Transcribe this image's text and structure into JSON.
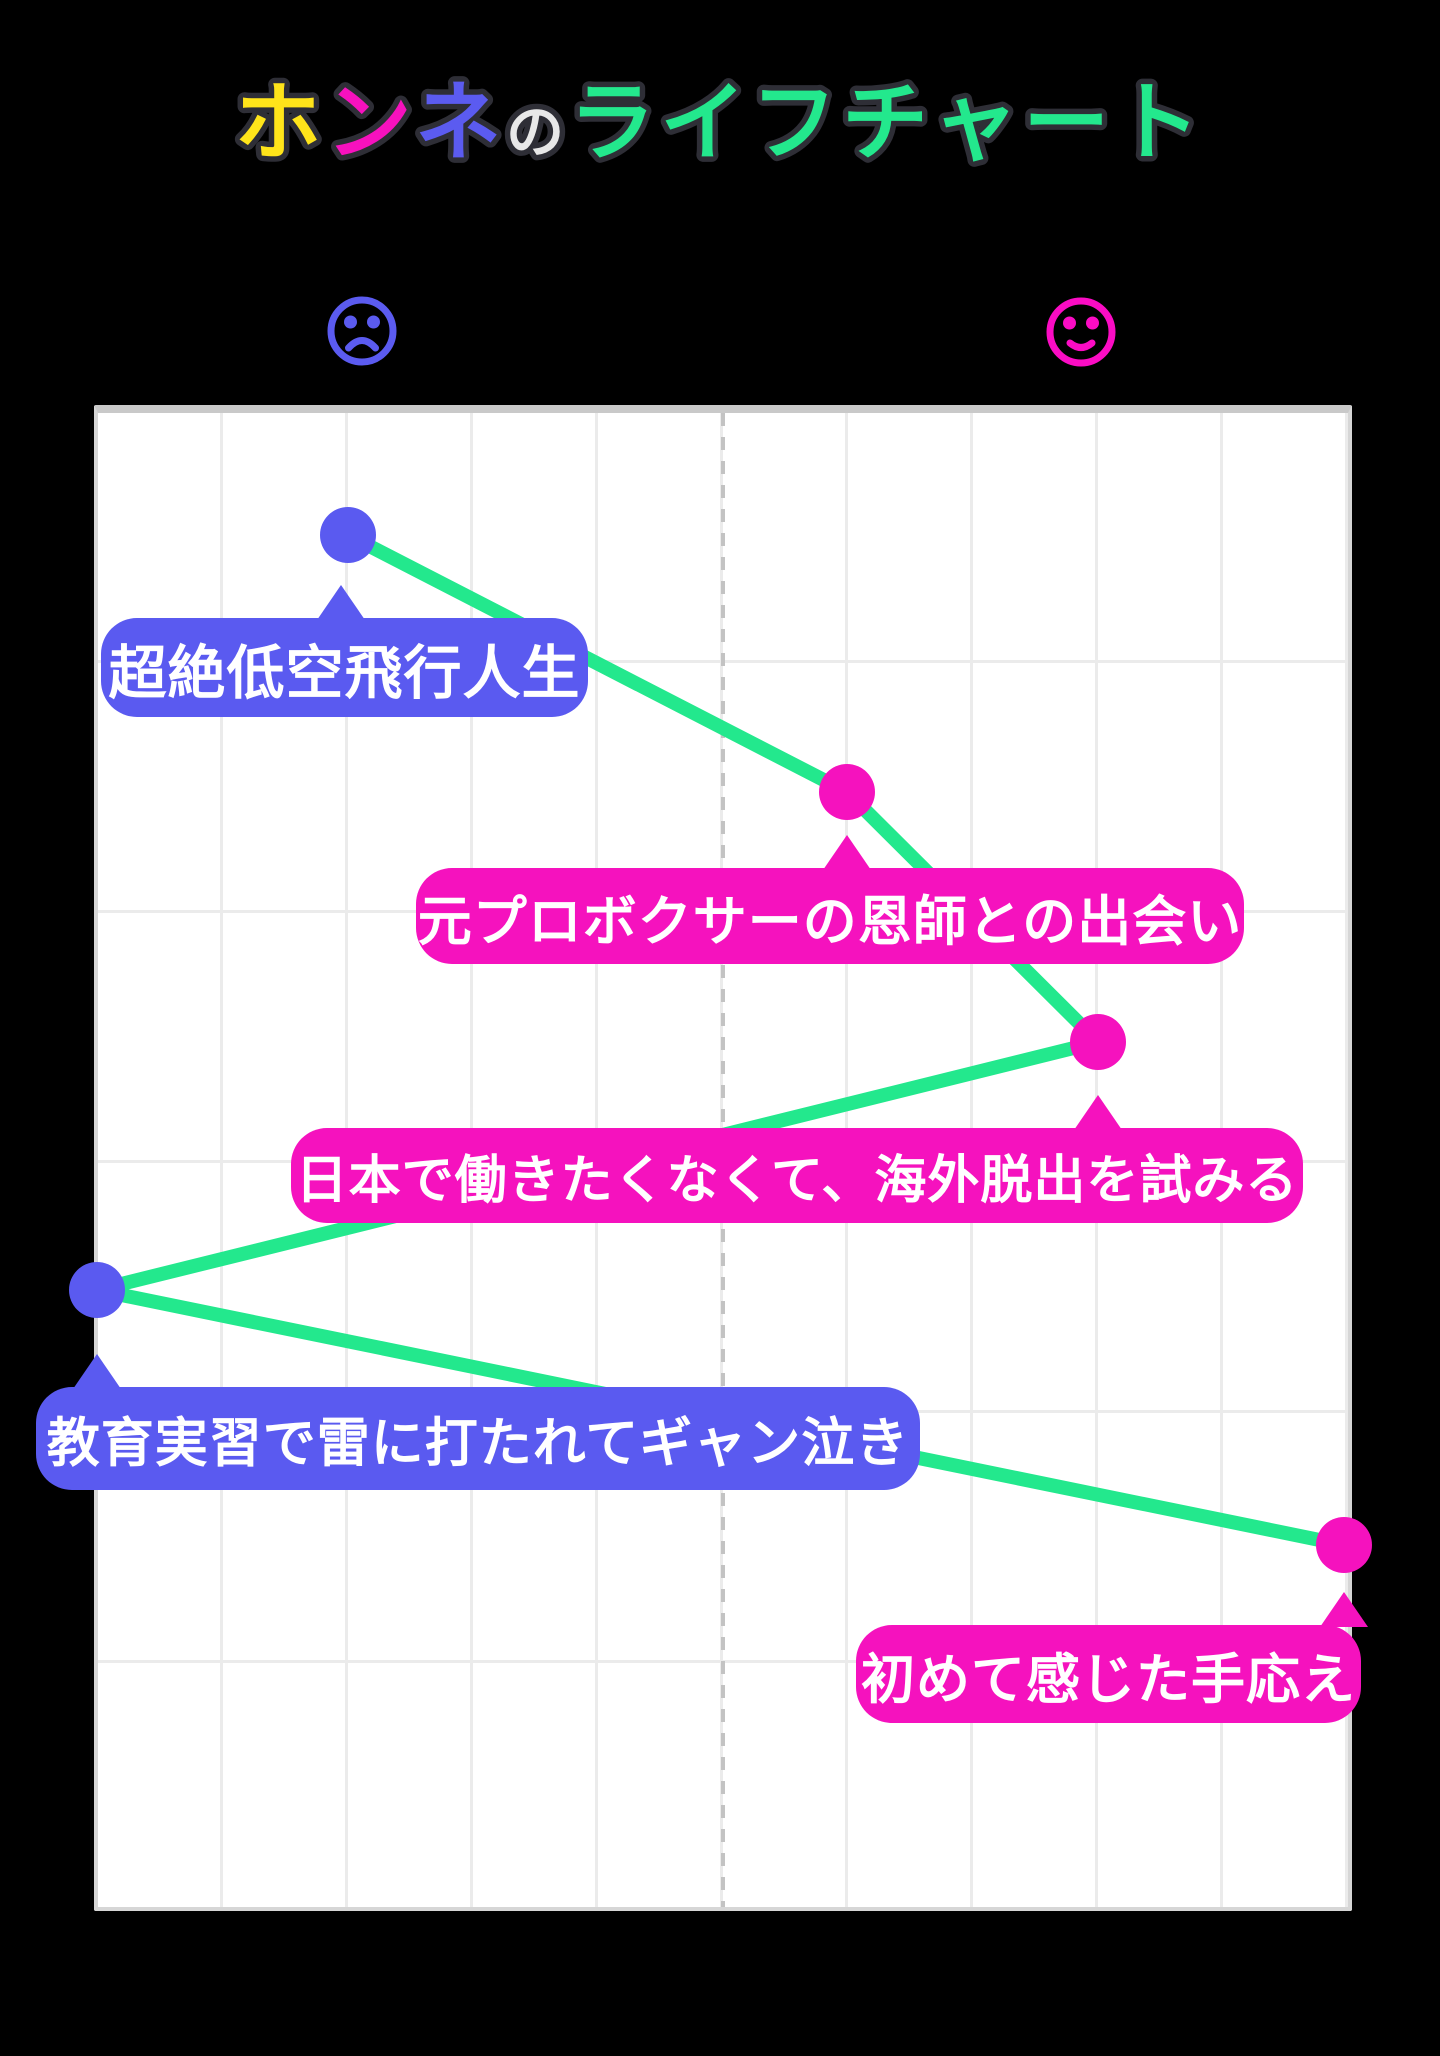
{
  "title": {
    "full_text": "ホンネのライフチャート",
    "segments": [
      {
        "text": "ホ",
        "color": "#ffe41a"
      },
      {
        "text": "ン",
        "color": "#f711be"
      },
      {
        "text": "ネ",
        "color": "#5b5bf0"
      },
      {
        "text": "の",
        "color": "#e8e8e8"
      },
      {
        "text": "ライフチャート",
        "color": "#23e88d"
      }
    ]
  },
  "legend": {
    "negative_icon": "sad-face",
    "positive_icon": "smiley-face"
  },
  "colors": {
    "negative": "#5a5af0",
    "positive": "#f512be",
    "line": "#23e88d",
    "background": "#000000",
    "chart_background": "#ffffff",
    "grid": "#ebebeb",
    "neutral_dashed_line": "#c3c3c3"
  },
  "chart_data": {
    "type": "line",
    "orientation": "vertical timeline, top = earliest; horizontal = mood",
    "x_axis": {
      "left_meaning": "unhappy (sad face icon)",
      "right_meaning": "happy (smiley face icon)",
      "range": [
        -100,
        100
      ],
      "center_line": "dashed neutral axis at 0"
    },
    "y_axis": {
      "meaning": "life events in chronological order"
    },
    "grid": "on",
    "points": [
      {
        "id": 1,
        "order": 1,
        "label": "超絶低空飛行人生",
        "mood": "negative",
        "mood_score": -60,
        "px": [
          250,
          122
        ]
      },
      {
        "id": 2,
        "order": 2,
        "label": "元プロボクサーの恩師との出会い",
        "mood": "positive",
        "mood_score": 20,
        "px": [
          749,
          379
        ]
      },
      {
        "id": 3,
        "order": 3,
        "label": "日本で働きたくなくて、海外脱出を試みる",
        "mood": "positive",
        "mood_score": 60,
        "px": [
          1000,
          629
        ]
      },
      {
        "id": 4,
        "order": 4,
        "label": "教育実習で雷に打たれてギャン泣き",
        "mood": "negative",
        "mood_score": -100,
        "px": [
          -1,
          877
        ]
      },
      {
        "id": 5,
        "order": 5,
        "label": "初めて感じた手応え",
        "mood": "positive",
        "mood_score": 100,
        "px": [
          1246,
          1132
        ]
      }
    ]
  }
}
